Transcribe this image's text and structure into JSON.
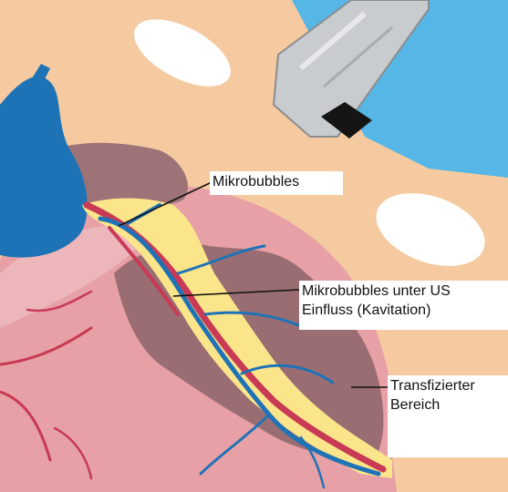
{
  "labels": {
    "mikrobubbles": "Mikrobubbles",
    "kavitation_line1": "Mikrobubbles unter US",
    "kavitation_line2": "Einfluss (Kavitation)",
    "transfiziert_line1": "Transfizierter",
    "transfiziert_line2": "Bereich"
  },
  "colors": {
    "background_blue": "#56b7e6",
    "skin": "#f6caa0",
    "heart_muscle": "#e6a0a6",
    "heart_light": "#eebbbf",
    "transfected_area": "#9a6d73",
    "vessel_blue": "#1e73b6",
    "vessel_red": "#c83a55",
    "fat_yellow": "#fbe58a",
    "probe_gray": "#c9cccf"
  }
}
